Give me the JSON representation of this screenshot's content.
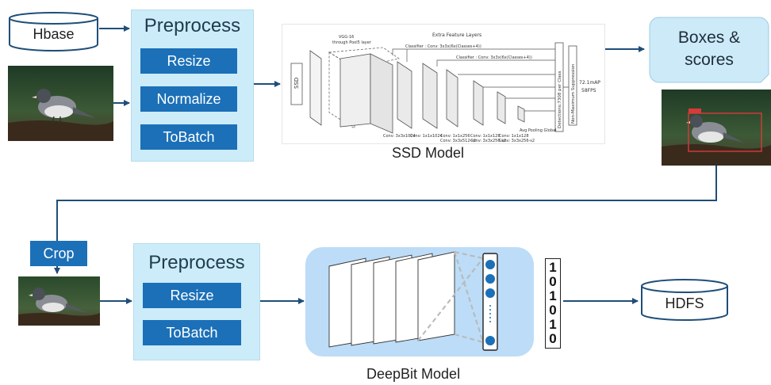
{
  "input_db": "Hbase",
  "output_db": "HDFS",
  "preprocess1": {
    "title": "Preprocess",
    "steps": [
      "Resize",
      "Normalize",
      "ToBatch"
    ]
  },
  "preprocess2": {
    "title": "Preprocess",
    "steps": [
      "Resize",
      "ToBatch"
    ]
  },
  "ssd": {
    "caption": "SSD Model",
    "vertical_label": "SSD",
    "vgg_label_1": "VGG-16",
    "vgg_label_2": "through Pool5 layer",
    "extra_label": "Extra Feature Layers",
    "classifier_1": "Classifier : Conv: 3x3x(6x(Classes+4))",
    "classifier_2": "Classifier : Conv: 3x3x(6x(Classes+4))",
    "detections": "Detections:7308 per Class",
    "nms": "Non-Maximum Suppression",
    "map": "72.1mAP",
    "fps": "58FPS",
    "conv_labels": [
      "Conv: 3x3x1024",
      "Conv: 1x1x1024",
      "Conv: 1x1x256",
      "Conv: 3x3x512-s2",
      "Conv: 1x1x128",
      "Conv: 3x3x256-s2",
      "Conv: 1x1x128",
      "Conv: 3x3x256-s2",
      "Avg Pooling Global"
    ]
  },
  "boxes_scores": {
    "line1": "Boxes &",
    "line2": "scores"
  },
  "crop_label": "Crop",
  "deepbit": {
    "caption": "DeepBit Model",
    "bits": [
      "1",
      "0",
      "1",
      "0",
      "1",
      "0"
    ]
  }
}
